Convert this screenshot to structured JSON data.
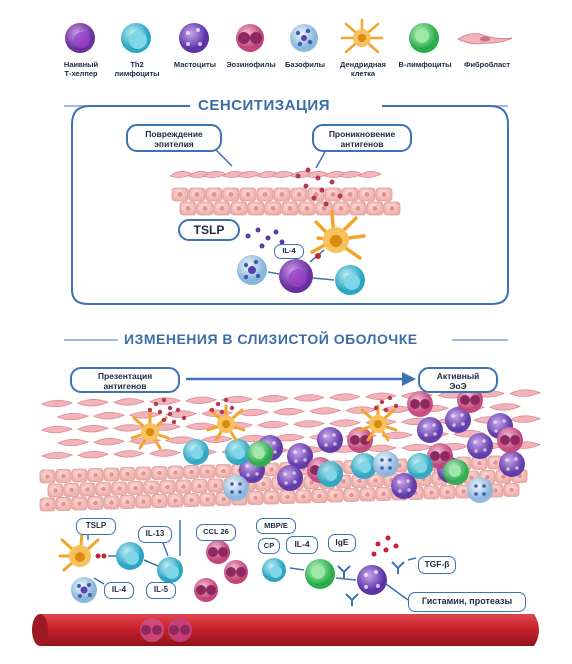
{
  "legend": [
    {
      "label": "Наивный\nТ-хелпер",
      "color": "#7b3fb0"
    },
    {
      "label": "Th2\nлимфоциты",
      "color": "#3fb1c9"
    },
    {
      "label": "Мастоциты",
      "color": "#7a4fc0"
    },
    {
      "label": "Эозинофилы",
      "color": "#d45a8c"
    },
    {
      "label": "Базофилы",
      "color": "#8bb9e0"
    },
    {
      "label": "Дендридная\nклетка",
      "color": "#f0a020"
    },
    {
      "label": "В-лимфоциты",
      "color": "#3fbf5a"
    },
    {
      "label": "Фибробласт",
      "color": "#e8a0a8"
    }
  ],
  "sensitization": {
    "title": "СЕНСИТИЗАЦИЯ",
    "epithelial_damage": "Повреждение\nэпителия",
    "antigen_penetration": "Проникновение\nантигенов",
    "tslp": "TSLP",
    "il4": "IL-4"
  },
  "mucosa": {
    "title": "ИЗМЕНЕНИЯ В СЛИЗИСТОЙ ОБОЛОЧКЕ",
    "antigen_presentation": "Презентация\nантигенов",
    "active_eoe": "Активный\nЭоЭ",
    "tslp": "TSLP",
    "il13": "IL-13",
    "il4": "IL-4",
    "il5": "IL-5",
    "ccl26": "CCL 26",
    "mbp": "MBP/E",
    "cp": "CP",
    "il4b": "IL-4",
    "ige": "IgE",
    "tgfb": "TGF-β",
    "histamine": "Гистамин, протеазы"
  },
  "colors": {
    "accent": "#3b73b5",
    "epithelium": "#f6c9c6",
    "vessel": "#c8222e"
  }
}
